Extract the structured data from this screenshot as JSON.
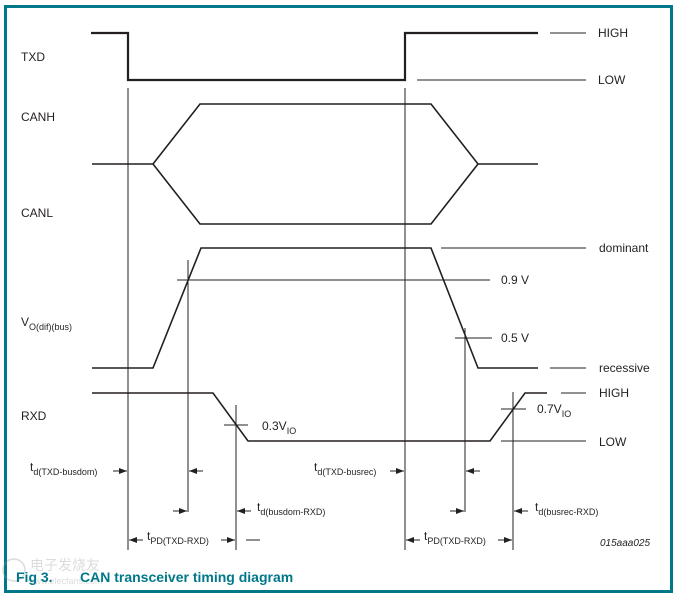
{
  "figure": {
    "number_label": "Fig 3.",
    "title": "CAN transceiver timing diagram",
    "code": "015aaa025",
    "accent_color": "#00788a"
  },
  "signals": {
    "txd": "TXD",
    "canh": "CANH",
    "canl": "CANL",
    "vdif_main": "V",
    "vdif_sub": "O(dif)(bus)",
    "rxd": "RXD"
  },
  "levels": {
    "txd_high": "HIGH",
    "txd_low": "LOW",
    "dominant": "dominant",
    "v09": "0.9 V",
    "v05": "0.5 V",
    "recessive": "recessive",
    "rxd_high": "HIGH",
    "rxd_low": "LOW",
    "v03_main": "0.3V",
    "v03_sub": "IO",
    "v07_main": "0.7V",
    "v07_sub": "IO"
  },
  "timings": {
    "txd_busdom": {
      "main": "t",
      "sub": "d(TXD-busdom)"
    },
    "busdom_rxd": {
      "main": "t",
      "sub": "d(busdom-RXD)"
    },
    "pd_dom": {
      "main": "t",
      "sub": "PD(TXD-RXD)"
    },
    "txd_busrec": {
      "main": "t",
      "sub": "d(TXD-busrec)"
    },
    "busrec_rxd": {
      "main": "t",
      "sub": "d(busrec-RXD)"
    },
    "pd_rec": {
      "main": "t",
      "sub": "PD(TXD-RXD)"
    }
  },
  "watermark": {
    "cn": "电子发烧友",
    "url": "www.elecfans.com"
  }
}
